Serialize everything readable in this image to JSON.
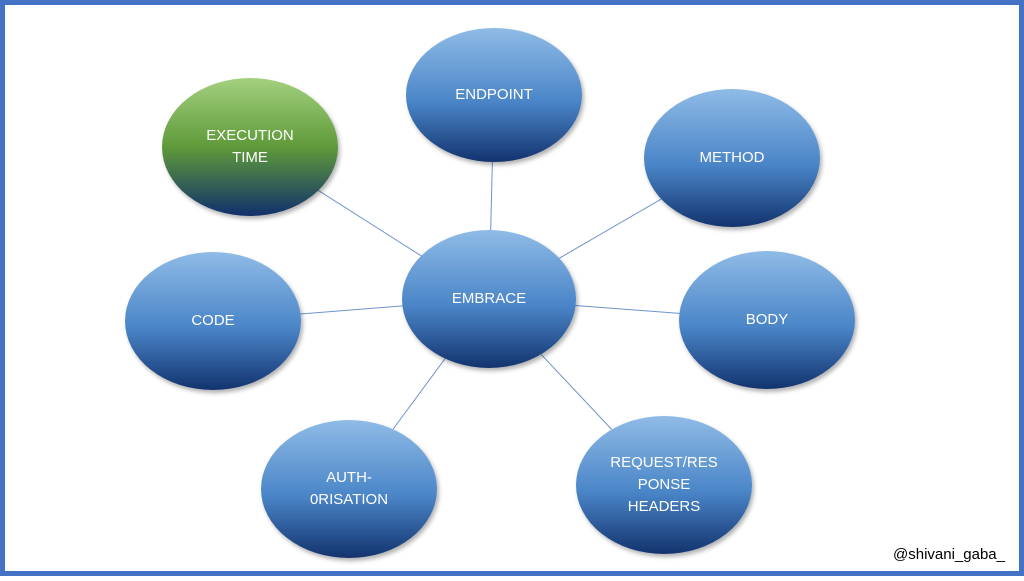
{
  "diagram": {
    "center": {
      "label": "EMBRACE"
    },
    "nodes": [
      {
        "id": "endpoint",
        "lines": [
          "ENDPOINT"
        ],
        "style": "blue"
      },
      {
        "id": "method",
        "lines": [
          "METHOD"
        ],
        "style": "blue"
      },
      {
        "id": "body",
        "lines": [
          "BODY"
        ],
        "style": "blue"
      },
      {
        "id": "headers",
        "lines": [
          "REQUEST/RES",
          "PONSE",
          "HEADERS"
        ],
        "style": "blue"
      },
      {
        "id": "authorisation",
        "lines": [
          "AUTH-",
          "0RISATION"
        ],
        "style": "blue"
      },
      {
        "id": "code",
        "lines": [
          "CODE"
        ],
        "style": "blue"
      },
      {
        "id": "execution-time",
        "lines": [
          "EXECUTION",
          "TIME"
        ],
        "style": "green"
      }
    ]
  },
  "footer": {
    "handle": "@shivani_gaba_"
  },
  "colors": {
    "frame": "#4472c4",
    "blue_top": "#8fbbe6",
    "blue_mid": "#4a85c8",
    "blue_bottom": "#13336e",
    "green_top": "#a3d07e",
    "green_mid": "#5f9a3a",
    "green_bottom": "#11306c",
    "connector": "#6d94cc"
  }
}
